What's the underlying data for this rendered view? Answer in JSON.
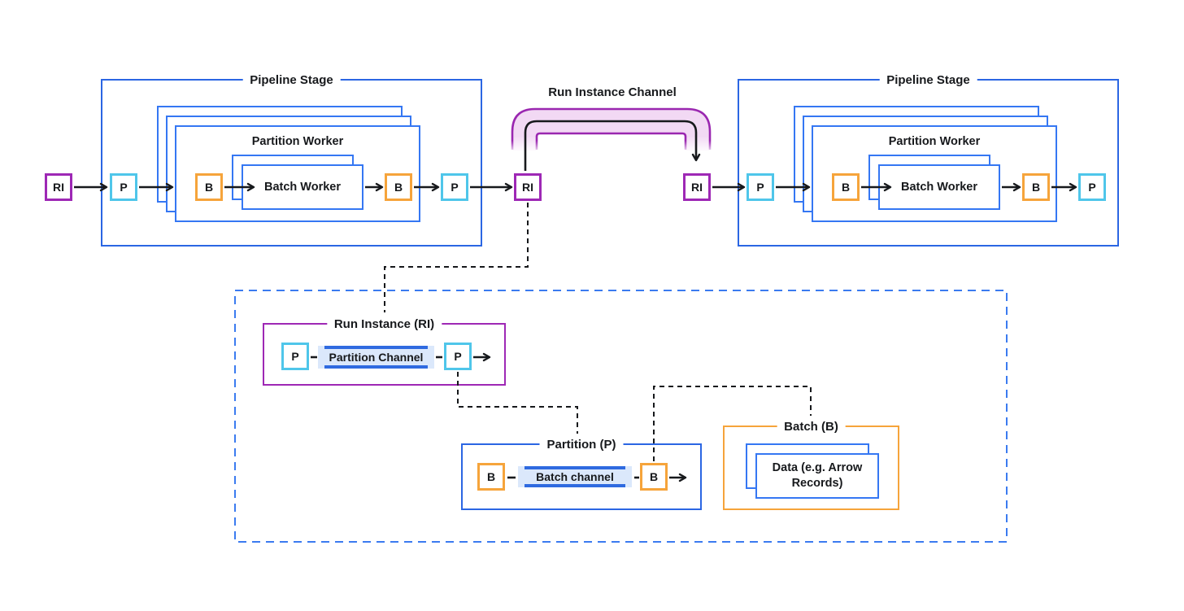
{
  "palette": {
    "stage_blue": "#2b66e3",
    "worker_blue": "#3577f3",
    "partition_cyan": "#4fc6ea",
    "batch_orange": "#f6a43b",
    "run_instance_purple": "#9e28b5",
    "ribbon_purple": "#9a27b0",
    "ribbon_fill": "#f2d9f4",
    "queue_fill": "#dbe8fb",
    "queue_bar_blue": "#2f6ae0",
    "dashed_container_blue": "#3b7bf0",
    "ink": "#17191c"
  },
  "letters": {
    "run_instance": "RI",
    "partition": "P",
    "batch": "B"
  },
  "stage": {
    "title": "Pipeline Stage",
    "partition_worker": "Partition Worker",
    "batch_worker": "Batch Worker"
  },
  "channel": {
    "title": "Run Instance Channel"
  },
  "legend": {
    "run_instance": {
      "title": "Run Instance (RI)",
      "queue_label": "Partition Channel"
    },
    "partition": {
      "title": "Partition (P)",
      "queue_label": "Batch channel"
    },
    "batch": {
      "title": "Batch (B)",
      "data_label": "Data (e.g. Arrow Records)"
    }
  }
}
